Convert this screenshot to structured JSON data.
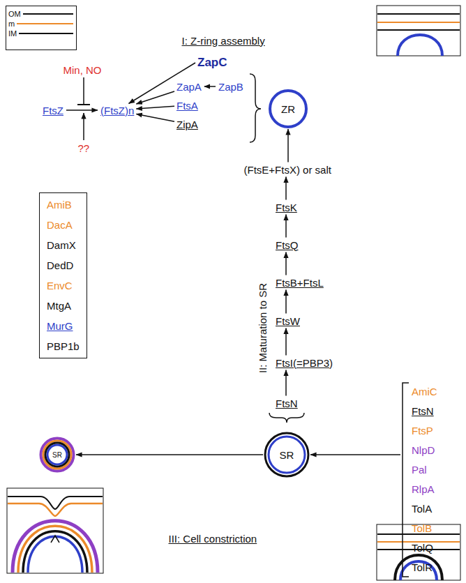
{
  "diagram": {
    "nodes": [
      {
        "text": [
          "OM",
          "m",
          "IM"
        ]
      },
      {
        "text": [
          "ZapC"
        ]
      },
      {
        "text": [
          "FtsZ"
        ]
      },
      {
        "text": [
          "(FtsZ)n"
        ]
      },
      {
        "text": [
          "ZapA"
        ]
      },
      {
        "text": [
          "ZapB"
        ]
      },
      {
        "text": [
          "FtsA"
        ]
      },
      {
        "text": [
          "ZipA"
        ]
      },
      {
        "text": [
          "ZR"
        ]
      },
      {
        "text": [
          "(FtsE+FtsX) or salt"
        ]
      },
      {
        "text": [
          "FtsK"
        ]
      },
      {
        "text": [
          "FtsQ"
        ]
      },
      {
        "text": [
          "FtsB+FtsL"
        ]
      },
      {
        "text": [
          "FtsW"
        ]
      },
      {
        "text": [
          "AmiB",
          "DacA",
          "DamX",
          "DedD",
          "EnvC",
          "MtgA",
          "MurG",
          "PBP1b"
        ]
      },
      {
        "text": [
          "FtsI(=PBP3)"
        ]
      },
      {
        "text": [
          "FtsN"
        ]
      },
      {
        "text": [
          "SR"
        ]
      },
      {
        "text": [
          "AmiC",
          "FtsN",
          "FtsP",
          "NlpD",
          "Pal",
          "RlpA",
          "TolA",
          "TolB",
          "TolQ",
          "TolR"
        ]
      },
      {
        "text": [
          "SR"
        ]
      }
    ],
    "edges": [
      {
        "from": 2,
        "to": 3,
        "arrow": "to"
      },
      {
        "from": 1,
        "to": 3,
        "arrow": "to"
      },
      {
        "from": 4,
        "to": 3,
        "arrow": "to"
      },
      {
        "from": 5,
        "to": 4,
        "arrow": "to"
      },
      {
        "from": 6,
        "to": 3,
        "arrow": "to"
      },
      {
        "from": 7,
        "to": 3,
        "arrow": "to"
      },
      {
        "from": 9,
        "to": 8,
        "arrow": "to"
      },
      {
        "from": 10,
        "to": 9,
        "arrow": "to"
      },
      {
        "from": 11,
        "to": 10,
        "arrow": "to"
      },
      {
        "from": 12,
        "to": 11,
        "arrow": "to"
      },
      {
        "from": 13,
        "to": 12,
        "arrow": "to"
      },
      {
        "from": 15,
        "to": 13,
        "arrow": "to"
      },
      {
        "from": 16,
        "to": 15,
        "arrow": "to"
      },
      {
        "from": 18,
        "to": 17,
        "arrow": "to"
      },
      {
        "from": 17,
        "to": 19,
        "arrow": "to"
      }
    ],
    "labels": [
      "I: Z-ring assembly",
      "Min, NO",
      "??",
      "II: Maturation to SR",
      "III: Cell constriction"
    ]
  }
}
